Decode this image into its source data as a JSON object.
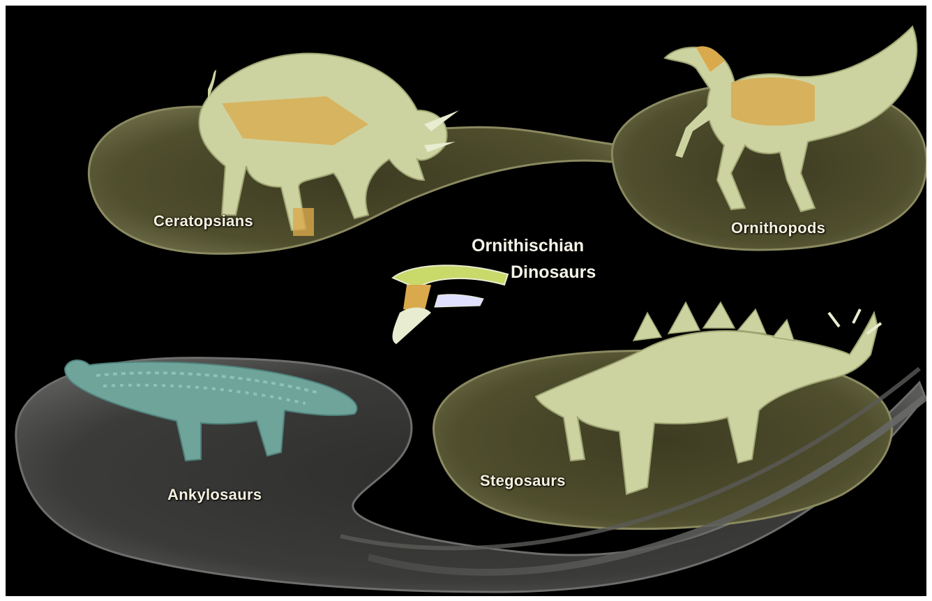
{
  "title": {
    "line1": "Ornithischian",
    "line2": "Dinosaurs"
  },
  "groups": [
    {
      "id": "ceratopsians",
      "label": "Ceratopsians"
    },
    {
      "id": "ornithopods",
      "label": "Ornithopods"
    },
    {
      "id": "ankylosaurs",
      "label": "Ankylosaurs"
    },
    {
      "id": "stegosaurs",
      "label": "Stegosaurs"
    }
  ],
  "colors": {
    "background": "#000000",
    "lobe_olive": "#4b4a2a",
    "lobe_grey": "#3a3a38",
    "dino_pale": "#cfd4a0",
    "dino_orange": "#d9a94b",
    "dino_teal": "#6fa49a"
  }
}
